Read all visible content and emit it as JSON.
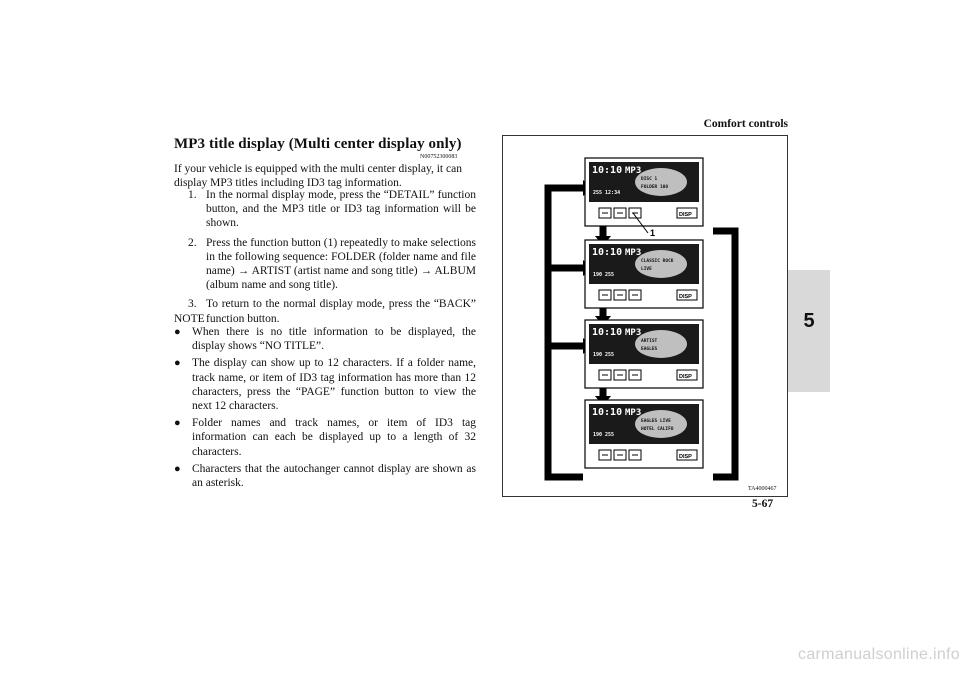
{
  "header": {
    "chapter_title": "Comfort controls",
    "chapter_number": "5",
    "page_number": "5-67"
  },
  "section": {
    "title": "MP3 title display (Multi center display only)",
    "code": "N00752300083",
    "intro": "If your vehicle is equipped with the multi center display, it can display MP3 titles including ID3 tag information.",
    "steps": [
      {
        "num": "1.",
        "text": "In the normal display mode, press the “DETAIL” function button, and the MP3 title or ID3 tag information will be shown."
      },
      {
        "num": "2.",
        "text": "Press the function button (1) repeatedly to make selections in the following sequence: FOLDER (folder name and file name) → ARTIST (artist name and song title) → ALBUM (album name and song title)."
      },
      {
        "num": "3.",
        "text": "To return to the normal display mode, press the “BACK” function button."
      }
    ],
    "note_label": "NOTE",
    "bullet_glyph": "●",
    "notes": [
      "When there is no title information to be displayed, the display shows “NO TITLE”.",
      "The display can show up to 12 characters. If a folder name, track name, or item of ID3 tag information has more than 12 characters, press the “PAGE” function button to view the next 12 characters.",
      "Folder names and track names, or item of ID3 tag information can each be displayed up to a length of 32 characters.",
      "Characters that the autochanger cannot display are shown as an asterisk."
    ]
  },
  "figure": {
    "callout": "1",
    "figure_code": "TA4000467",
    "button_label": "DISP",
    "screens": [
      {
        "clock": "10:10",
        "mode": "MP3",
        "line1": "DISC 1",
        "line2": "FOLDER 100",
        "side": "255 12:34"
      },
      {
        "clock": "10:10",
        "mode": "MP3",
        "line1": "CLASSIC ROCK",
        "line2": "LIVE",
        "side": "190 255"
      },
      {
        "clock": "10:10",
        "mode": "MP3",
        "line1": "ARTIST",
        "line2": "EAGLES",
        "side": "190 255"
      },
      {
        "clock": "10:10",
        "mode": "MP3",
        "line1": "EAGLES LIVE",
        "line2": "HOTEL CALIFO",
        "side": "190 255"
      }
    ]
  },
  "watermark": "carmanualsonline.info",
  "colors": {
    "text": "#111111",
    "tab": "#d9d9d9",
    "lcd": "#1a1a1a",
    "watermark": "#cfcfcf"
  }
}
